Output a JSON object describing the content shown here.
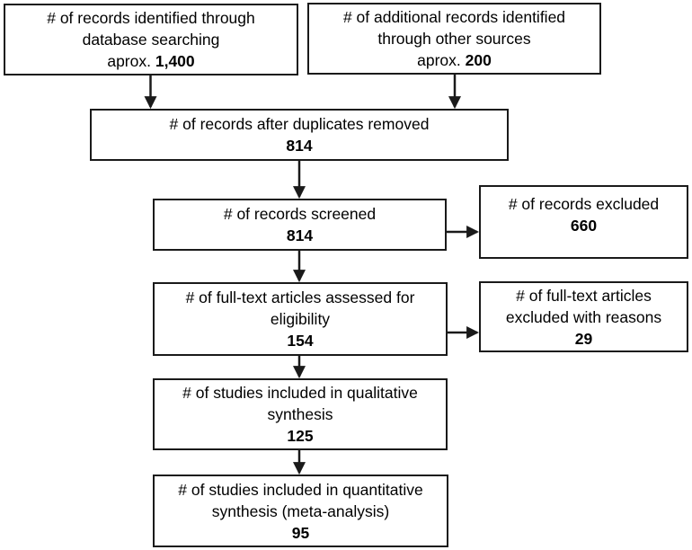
{
  "diagram_type": "flowchart",
  "colors": {
    "line": "#1a1a1a",
    "text": "#000000",
    "background": "#ffffff"
  },
  "nodes": {
    "identified_db": {
      "label": "# of records identified through\ndatabase searching",
      "prefix": "aprox. ",
      "value": "1,400"
    },
    "identified_other": {
      "label": "# of additional records identified\nthrough other sources",
      "prefix": "aprox. ",
      "value": "200"
    },
    "duplicates_removed": {
      "label": "# of records after duplicates removed",
      "prefix": "",
      "value": "814"
    },
    "screened": {
      "label": "# of records screened",
      "prefix": "",
      "value": "814"
    },
    "records_excluded": {
      "label": "# of records excluded",
      "prefix": "",
      "value": "660"
    },
    "fulltext_assessed": {
      "label": "# of full-text articles assessed for\neligibility",
      "prefix": "",
      "value": "154"
    },
    "fulltext_excluded": {
      "label": "# of full-text articles\nexcluded with reasons",
      "prefix": "",
      "value": "29"
    },
    "qualitative": {
      "label": "# of studies included in qualitative\nsynthesis",
      "prefix": "",
      "value": "125"
    },
    "quantitative": {
      "label": "# of studies included in quantitative\nsynthesis (meta-analysis)",
      "prefix": "",
      "value": "95"
    }
  },
  "edges": [
    {
      "from": "identified_db",
      "to": "duplicates_removed"
    },
    {
      "from": "identified_other",
      "to": "duplicates_removed"
    },
    {
      "from": "duplicates_removed",
      "to": "screened"
    },
    {
      "from": "screened",
      "to": "records_excluded"
    },
    {
      "from": "screened",
      "to": "fulltext_assessed"
    },
    {
      "from": "fulltext_assessed",
      "to": "fulltext_excluded"
    },
    {
      "from": "fulltext_assessed",
      "to": "qualitative"
    },
    {
      "from": "qualitative",
      "to": "quantitative"
    }
  ]
}
